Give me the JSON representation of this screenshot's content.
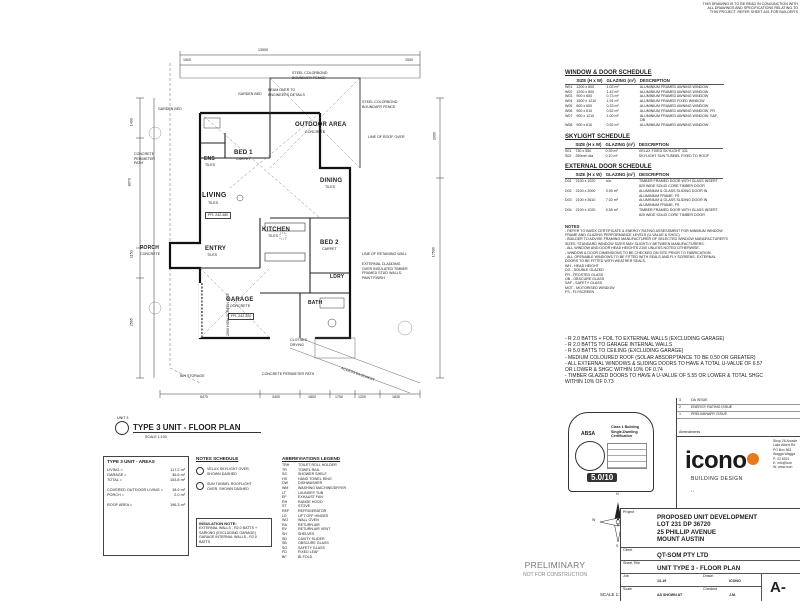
{
  "top_note": [
    "THIS DRAWING IS TO BE READ IN CONJUNCTION WITH",
    "ALL DRAWINGS AND SPECIFICATIONS RELATING TO",
    "THIS PROJECT. REFER SHEET A01 FOR BUILDER'S"
  ],
  "plan": {
    "dims": {
      "top_overall": "13500",
      "top_left": "1500",
      "top_right": "1500",
      "bottom_1": "6470",
      "bottom_2": "3400",
      "bottom_3": "1800",
      "bottom_4": "1750",
      "bottom_5": "1200",
      "bottom_6": "1830",
      "left_1": "1400",
      "left_2": "8070",
      "left_3": "1150",
      "left_4": "2565",
      "right_1": "2000",
      "right_2": "17500"
    },
    "rooms": {
      "outdoor": "OUTDOOR AREA",
      "outdoor_sub": "CONCRETE",
      "bed1": "BED 1",
      "bed1_sub": "CARPET",
      "ens": "ENS",
      "ens_sub": "TILES",
      "living": "LIVING",
      "living_sub": "TILES",
      "ffl1": "FFL 242.480",
      "dining": "DINING",
      "dining_sub": "TILES",
      "kitchen": "KITCHEN",
      "kitchen_sub": "TILES",
      "bed2": "BED 2",
      "bed2_sub": "CARPET",
      "entry": "ENTRY",
      "entry_sub": "TILES",
      "porch": "PORCH",
      "porch_sub": "CONCRETE",
      "ldry": "LDRY",
      "bath": "BATH",
      "garage": "GARAGE",
      "garage_sub": "CONCRETE",
      "ffl2": "FFL 242.220",
      "clothes": "CLOTHES DRYING"
    },
    "annotations": {
      "a1": "STEEL COLORBOND BOUNDARY FENCE",
      "a2": "BEAM OVER TO ENGINEERS DETAILS",
      "a3": "STEEL COLORBOND BOUNDARY FENCE",
      "a4": "LINE OF ROOF OVER",
      "a5": "GARDEN BED",
      "a6": "GARDEN BED",
      "a7": "CONCRETE PERIMETER PATH",
      "a8": "LINE OF RETAINING WALL",
      "a9": "EXTERNAL CLADDING OVER INSULATED TIMBER FRAMED STUD WALLS, PAINT FINISH",
      "a10": "CONCRETE PERIMETER PATH",
      "a11": "BIN STORAGE",
      "a12": "ACCESS EASEMENT",
      "a13": "2000 HIGH SCREEN SITE"
    }
  },
  "plan_title": {
    "unit": "UNIT 3",
    "title": "TYPE 3 UNIT - FLOOR PLAN",
    "scale": "SCALE 1:100"
  },
  "areas": {
    "title": "TYPE 3 UNIT - AREAS",
    "rows": [
      {
        "label": "LIVING =",
        "value": "117.2 m²"
      },
      {
        "label": "GARAGE =",
        "value": "36.6 m²"
      },
      {
        "label": "TOTAL =",
        "value": "153.8 m²"
      },
      {
        "label": "COVERED OUTDOOR LIVING =",
        "value": "18.9 m²"
      },
      {
        "label": "PORCH =",
        "value": "2.0 m²"
      },
      {
        "label": "ROOF AREA =",
        "value": "196.3 m²"
      }
    ]
  },
  "notes_schedule": {
    "title": "NOTES SCHEDULE",
    "n1": "VELUX SKYLIGHT OVER, SHOWN DASHED",
    "n2": "SUN TUNNEL ROOFLIGHT OVER, SHOWN DASHED"
  },
  "insulation": {
    "title": "INSULATION NOTE:",
    "l1": "EXTERNAL WALLS - R2.0 BATTS + SARKING (EXCLUDING GARAGE)",
    "l2": "GARAGE INTERNAL WALLS - R2.0 BATTS"
  },
  "abbreviations": {
    "title": "ABBREVIATIONS LEGEND",
    "rows": [
      [
        "TRH",
        "TOILET ROLL HOLDER"
      ],
      [
        "TR",
        "TOWEL RAIL"
      ],
      [
        "SS",
        "SHOWER SHELF"
      ],
      [
        "HS",
        "HAND TOWEL RING"
      ],
      [
        "DW",
        "DISHWASHER"
      ],
      [
        "WM",
        "WASHING MACHINE/DRYER"
      ],
      [
        "LT",
        "LAUNDRY TUB"
      ],
      [
        "EF",
        "EXHAUST FAN"
      ],
      [
        "RH",
        "RANGE HOOD"
      ],
      [
        "ST",
        "STOVE"
      ],
      [
        "REF",
        "REFRIGERATOR"
      ],
      [
        "LD",
        "LIFT OFF HINGES"
      ],
      [
        "WO",
        "WALL OVEN"
      ],
      [
        "RA",
        "RETURN AIR"
      ],
      [
        "RV",
        "RETURN AIR VENT"
      ],
      [
        "SH",
        "SHELVES"
      ],
      [
        "SD",
        "CAVITY SLIDER"
      ],
      [
        "SB",
        "OBSCURE GLASS"
      ],
      [
        "SG",
        "SAFETY GLASS"
      ],
      [
        "FD",
        "FIXED LEAF"
      ],
      [
        "BF",
        "BI-FOLD"
      ]
    ]
  },
  "window_schedule": {
    "title": "WINDOW & DOOR SCHEDULE",
    "headers": [
      "SIZE (H x W)",
      "GLAZING (m²)",
      "DESCRIPTION"
    ],
    "rows": [
      [
        "W01",
        "1200 x 600",
        "1.02 m²",
        "ALUMINIUM FRAMED AWNING WINDOW"
      ],
      [
        "W02",
        "1200 x 800",
        "1.42 m²",
        "ALUMINIUM FRAMED AWNING WINDOW"
      ],
      [
        "W03",
        "900 x 600",
        "0.73 m²",
        "ALUMINIUM FRAMED AWNING WINDOW"
      ],
      [
        "W04",
        "1500 x 1210",
        "1.91 m²",
        "ALUMINIUM FRAMED FIXED WINDOW"
      ],
      [
        "W05",
        "600 x 600",
        "0.33 m²",
        "ALUMINIUM FRAMED AWNING WINDOW"
      ],
      [
        "W06",
        "900 x 610",
        "0.52 m²",
        "ALUMINIUM FRAMED AWNING WINDOW, FR"
      ],
      [
        "W07",
        "900 x 1210",
        "1.00 m²",
        "ALUMINIUM FRAMED AWNING WINDOW, SAF, OB"
      ],
      [
        "W08",
        "900 x 610",
        "0.52 m²",
        "ALUMINIUM FRAMED AWNING WINDOW"
      ]
    ]
  },
  "skylight_schedule": {
    "title": "SKYLIGHT SCHEDULE",
    "headers": [
      "SIZE (H x W)",
      "GLAZING (m²)",
      "DESCRIPTION"
    ],
    "rows": [
      [
        "S01",
        "730 x 550",
        "0.39 m²",
        "VELUX FIXED SKYLIGHT 331"
      ],
      [
        "S02",
        "250mm dia",
        "0.10 m²",
        "SKYLIGHT SUN TUNNEL FIXED TO ROOF"
      ]
    ]
  },
  "external_door_schedule": {
    "title": "EXTERNAL DOOR SCHEDULE",
    "headers": [
      "SIZE (H x W)",
      "GLAZING (m²)",
      "DESCRIPTION"
    ],
    "rows": [
      [
        "D01",
        "2100 x 1020",
        "n/a",
        "TIMBER FRAMED DOOR WITH GLASS INSERT 820 WIDE SOLID CORE TIMBER DOOR"
      ],
      [
        "D02",
        "2100 x 2000",
        "3.90 m²",
        "ALUMINIUM & GLASS SLIDING DOOR IN ALUMINIUM FRAME, FS"
      ],
      [
        "D03",
        "2100 x 3610",
        "7.02 m²",
        "ALUMINIUM & GLASS SLIDING DOOR IN ALUMINIUM FRAME, FS"
      ],
      [
        "D04",
        "2100 x 1020",
        "0.55 m²",
        "TIMBER FRAMED DOOR WITH GLASS INSERT 820 WIDE SOLID CORE TIMBER DOOR"
      ]
    ]
  },
  "notes": {
    "title": "NOTES",
    "lines": [
      "- REFER TO BASIX CERTIFICATE & ENERGY RATING ASSESSMENT FOR MINIMUM WINDOW",
      "  FRAME AND GLAZING PERFORMANCE LEVELS (U-VALUE & SHGC)",
      "- BUILDER TO ADVISE FRAMING MANUFACTURER OF SELECTED WINDOW MANUFACTURER'S",
      "  SIZES. STANDARD WINDOW SIZES MAY SLIGHTLY BETWEEN MANUFACTURERS.",
      "- ALL WINDOW AND DOOR HEAD HEIGHTS 2100 UNLESS NOTED OTHERWISE.",
      "- WINDOW & DOOR DIMENSIONS TO BE CHECKED ON SITE PRIOR TO FABRICATION.",
      "- ALL OPENABLE WINDOWS TO BE FITTED WITH SEALS AND FLY SCREENS. EXTERNAL",
      "  DOORS TO BE FITTED WITH WEATHER SEALS.",
      "WH - HEAD HEIGHT",
      "DG - DOUBLE GLAZED",
      "FR - FROSTED GLASS",
      "OB - OBSCURE GLASS",
      "SAF - SAFETY GLASS",
      "MOT - MOTORISED WINDOW",
      "FS - FLYSCREEN"
    ]
  },
  "energy_notes": [
    "- R 2.0 BATTS + FOIL TO EXTERNAL WALLS (EXCLUDING GARAGE)",
    "- R 2.0 BATTS TO GARAGE INTERNAL WALLS",
    "- R 5.0 BATTS TO CEILING (EXCLUDING GARAGE)",
    "- MEDIUM COLOURED ROOF (SOLAR ABSORPTANCE TO BE 0.50 OR GREATER)",
    "- ALL EXTERNAL WINDOWS & SLIDING DOORS TO HAVE A TOTAL U-VALUE OF 6.57",
    "  OR LOWER & SHGC WITHIN 10% OF 0.74",
    "- TIMBER GLAZED DOORS TO HAVE A U-VALUE OF 5.55 OR LOWER & TOTAL SHGC",
    "  WITHIN 10% OF 0.73"
  ],
  "absa": {
    "brand": "ABSA",
    "cert": "Class 1 Building Single-Dwelling Certification",
    "rating": "5.0/10"
  },
  "preliminary": {
    "title": "PRELIMINARY",
    "sub": "NOT FOR CONSTRUCTION",
    "scale": "SCALE 1:100  A2 SIZE"
  },
  "revisions": {
    "rows": [
      [
        "3",
        "DA ISSUE"
      ],
      [
        "2",
        "ENERGY RATING ISSUE"
      ],
      [
        "1",
        "PRELIMINARY ISSUE"
      ]
    ],
    "amendments": "Amendments"
  },
  "firm": {
    "name": "icono",
    "tagline": "BUILDING DESIGN",
    "addr": [
      "Shop 26 Arcade",
      "Lake Albert Rd",
      "PO Box 863",
      "Wagga Wagga",
      "P: 02 6921",
      "E: info@icon",
      "W: www.icon"
    ]
  },
  "titleblock": {
    "project_label": "Project",
    "project": [
      "PROPOSED UNIT DEVELOPMENT",
      "LOT 231 DP 36720",
      "25 PHILLIP AVENUE",
      "MOUNT AUSTIN"
    ],
    "client_label": "Client",
    "client": "QT-SOM PTY LTD",
    "sheet_label": "Sheet Title",
    "sheet": "UNIT TYPE 3 - FLOOR PLAN",
    "job_label": "Job",
    "job": "13-19",
    "drawn_label": "Drawn",
    "drawn": "ICONO",
    "scale_label": "Scale",
    "scale": "AS SHOWN AT",
    "checked_label": "Checked",
    "checked": "J.M.",
    "sheet_no": "A-"
  },
  "compass": {
    "n": "N",
    "s": "S",
    "e": "E",
    "w": "W"
  }
}
